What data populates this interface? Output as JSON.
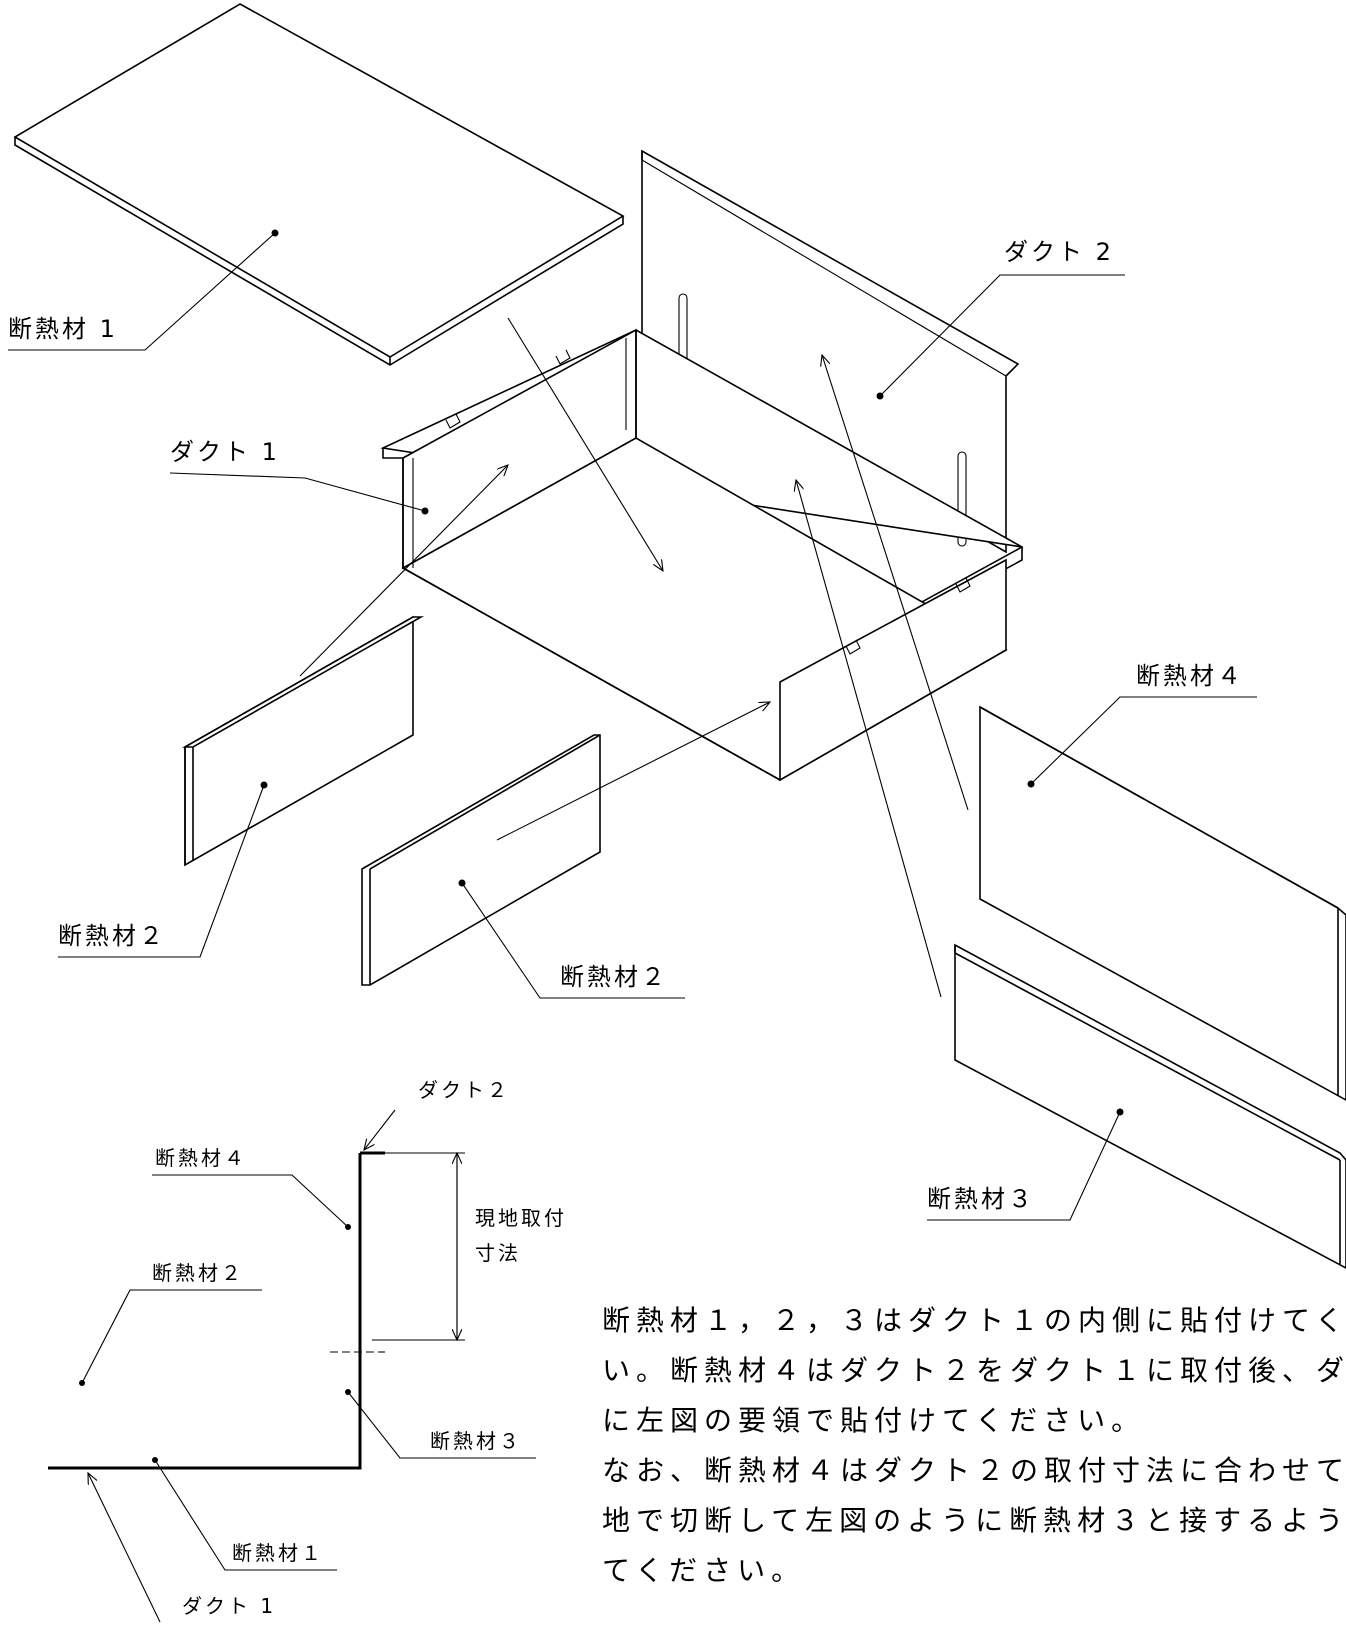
{
  "labels": {
    "insulation_1": "断熱材 1",
    "duct_2": "ダクト 2",
    "duct_1": "ダクト 1",
    "insulation_4": "断熱材４",
    "insulation_2_left": "断熱材２",
    "insulation_2_mid": "断熱材２",
    "insulation_3": "断熱材３"
  },
  "section": {
    "duct_2": "ダクト２",
    "insulation_4": "断熱材４",
    "dimension_line1": "現地取付",
    "dimension_line2": "寸法",
    "insulation_2": "断熱材２",
    "insulation_3": "断熱材３",
    "insulation_1": "断熱材１",
    "duct_1": "ダクト 1"
  },
  "note": {
    "line1": "断熱材１，２，３はダクト１の内側に貼付けてくだ",
    "line2": "い。断熱材４はダクト２をダクト１に取付後、ダク",
    "line3": "に左図の要領で貼付けてください。",
    "line4": "なお、断熱材４はダクト２の取付寸法に合わせて、",
    "line5": "地で切断して左図のように断熱材３と接するように",
    "line6": "てください。"
  }
}
